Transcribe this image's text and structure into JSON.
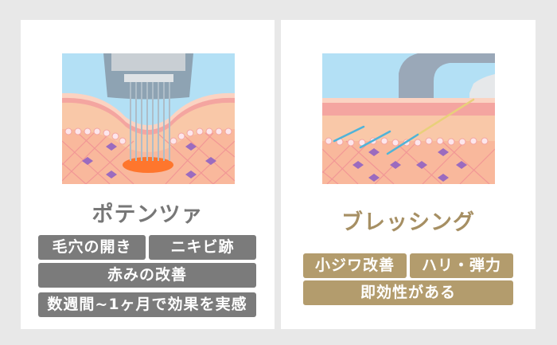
{
  "cards": [
    {
      "title": "ポテンツァ",
      "illustration": "microneedle-skin-diagram",
      "tags": [
        "毛穴の開き",
        "ニキビ跡",
        "赤みの改善",
        "数週間~1ヶ月で効果を実感"
      ],
      "tag_color": "#7b7b7b",
      "title_color": "#777777"
    },
    {
      "title": "ブレッシング",
      "illustration": "thread-lift-skin-diagram",
      "tags": [
        "小ジワ改善",
        "ハリ・弾力",
        "即効性がある"
      ],
      "tag_color": "#b39c6d",
      "title_color": "#a68f63"
    }
  ],
  "colors": {
    "background": "#e8e8e8",
    "card": "#ffffff",
    "sky": "#b3e0f5",
    "skin": "#f9b89c"
  }
}
